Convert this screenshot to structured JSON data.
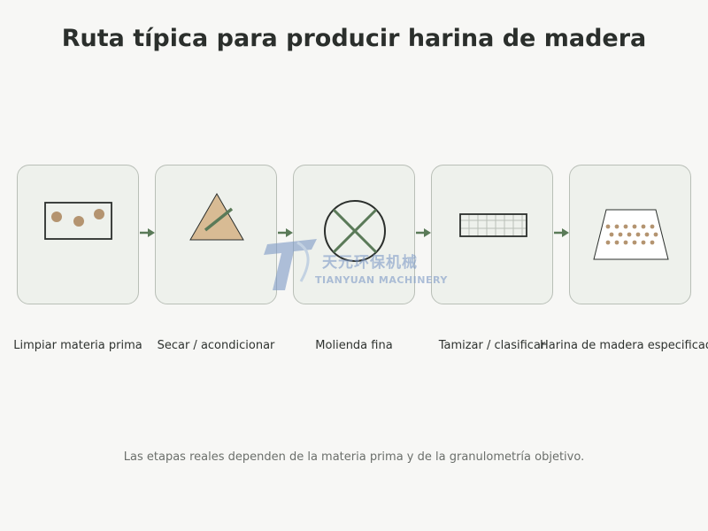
{
  "title": "Ruta típica para producir harina de madera",
  "steps": [
    {
      "label": "Limpiar materia prima",
      "icon": "raw-material-bin-icon"
    },
    {
      "label": "Secar / acondicionar",
      "icon": "dryer-triangle-icon"
    },
    {
      "label": "Molienda fina",
      "icon": "grinding-mill-icon"
    },
    {
      "label": "Tamizar / clasificar",
      "icon": "sieve-screen-icon"
    },
    {
      "label": "Harina de madera especificada",
      "icon": "wood-flour-hopper-icon"
    }
  ],
  "footnote": "Las etapas reales dependen de la materia prima y de la granulometría objetivo.",
  "watermark": {
    "chinese": "天元环保机械",
    "english": "TIANYUAN MACHINERY"
  },
  "colors": {
    "background": "#f7f7f5",
    "card_fill": "#eef1ec",
    "card_border": "#b9bfb7",
    "arrow": "#5a7a58",
    "particle": "#b49470",
    "triangle": "#d8bb94",
    "mill_cross": "#5a7a58",
    "watermark": "#7d99c6"
  }
}
